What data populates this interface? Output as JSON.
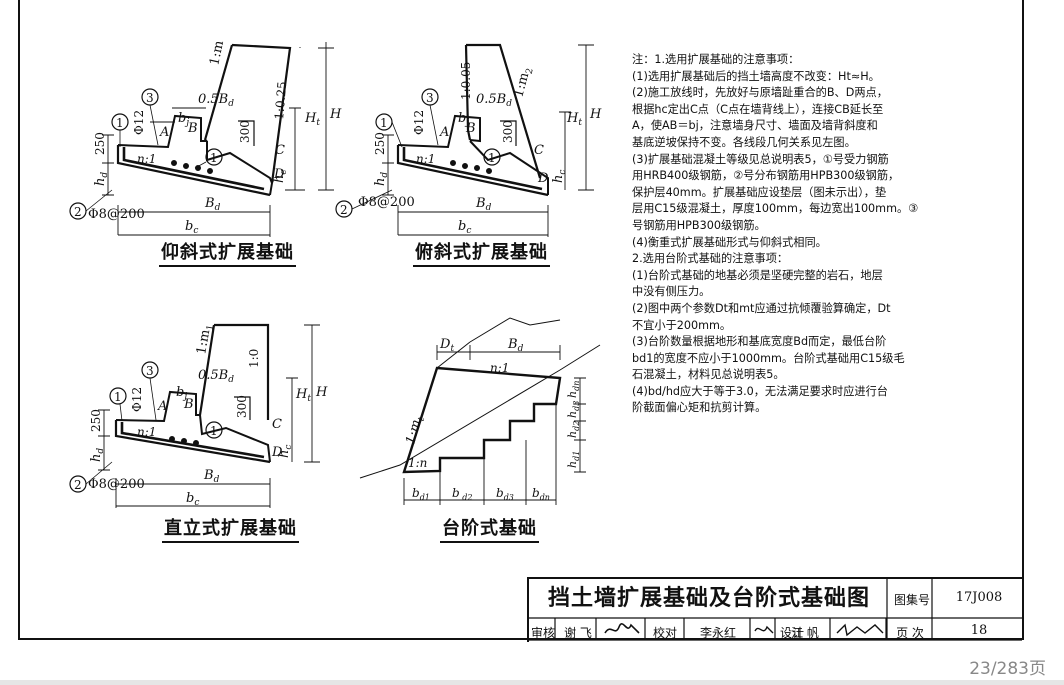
{
  "captions": {
    "d1": "仰斜式扩展基础",
    "d2": "俯斜式扩展基础",
    "d3": "直立式扩展基础",
    "d4": "台阶式基础"
  },
  "labels": {
    "circle1": "1",
    "circle2": "2",
    "circle3": "3",
    "phi12": "Φ12",
    "phi8": "Φ8@200",
    "half_bd": "0.5B",
    "half_bd_sub": "d",
    "bj": "b",
    "bj_sub": "j",
    "A": "A",
    "B": "B",
    "C": "C",
    "D": "D",
    "n1": "n:1",
    "one_n": "1:n",
    "v300": "300",
    "v250": "250",
    "hd": "h",
    "hd_sub": "d",
    "hc": "h",
    "hc_sub": "c",
    "Bd": "B",
    "Bd_sub": "d",
    "bc": "b",
    "bc_sub": "c",
    "H": "H",
    "Ht": "H",
    "Ht_sub": "t",
    "slope_m1": "1:m",
    "slope_m1_sub": "1",
    "slope_025": "1:0.25",
    "slope_005": "1:0.05",
    "slope_m2": "1:m",
    "slope_m2_sub": "2",
    "slope_0": "1:0",
    "Dt": "D",
    "Dt_sub": "t",
    "mt": "1:m",
    "mt_sub": "t",
    "hd1": "h",
    "hd1_sub": "d1",
    "hd2": "h",
    "hd2_sub": "d2",
    "hd3": "h",
    "hd3_sub": "d3",
    "hdn": "h",
    "hdn_sub": "dn",
    "bd1": "b",
    "bd1_sub": "d1",
    "bd2": "b",
    "bd2_sub": " d2",
    "bd3": "b",
    "bd3_sub": "d3",
    "bdn": "b",
    "bdn_sub": "dn"
  },
  "notes": [
    "注：1.选用扩展基础的注意事项：",
    "  (1)选用扩展基础后的挡土墙高度不改变：Ht≈H。",
    "  (2)施工放线时，先放好与原墙趾重合的B、D两点，",
    "  根据hc定出C点（C点在墙背线上），连接CB延长至",
    "  A，使AB＝bj，注意墙身尺寸、墙面及墙背斜度和",
    "  基底逆坡保持不变。各线段几何关系见左图。",
    "  (3)扩展基础混凝土等级见总说明表5，①号受力钢筋",
    "  用HRB400级钢筋，②号分布钢筋用HPB300级钢筋，",
    "  保护层40mm。扩展基础应设垫层（图未示出），垫",
    "  层用C15级混凝土，厚度100mm，每边宽出100mm。③",
    "  号钢筋用HPB300级钢筋。",
    "  (4)衡重式扩展基础形式与仰斜式相同。",
    " 2.选用台阶式基础的注意事项：",
    "  (1)台阶式基础的地基必须是坚硬完整的岩石，地层",
    "  中没有侧压力。",
    "  (2)图中两个参数Dt和mt应通过抗倾覆验算确定，Dt",
    "  不宜小于200mm。",
    "  (3)台阶数量根据地形和基底宽度Bd而定，最低台阶",
    "  bd1的宽度不应小于1000mm。台阶式基础用C15级毛",
    "  石混凝土，材料见总说明表5。",
    "  (4)bd/hd应大于等于3.0，无法满足要求时应进行台",
    "  阶截面偏心矩和抗剪计算。"
  ],
  "title_block": {
    "title": "挡土墙扩展基础及台阶式基础图",
    "atlas_label": "图集号",
    "atlas_no": "17J008",
    "review_label": "审核",
    "reviewer": "谢 飞",
    "check_label": "校对",
    "checker": "李永红",
    "design_label": "设计",
    "designer": "江 帆",
    "page_label": "页 次",
    "page_no": "18"
  },
  "viewer_page": "23/283页"
}
